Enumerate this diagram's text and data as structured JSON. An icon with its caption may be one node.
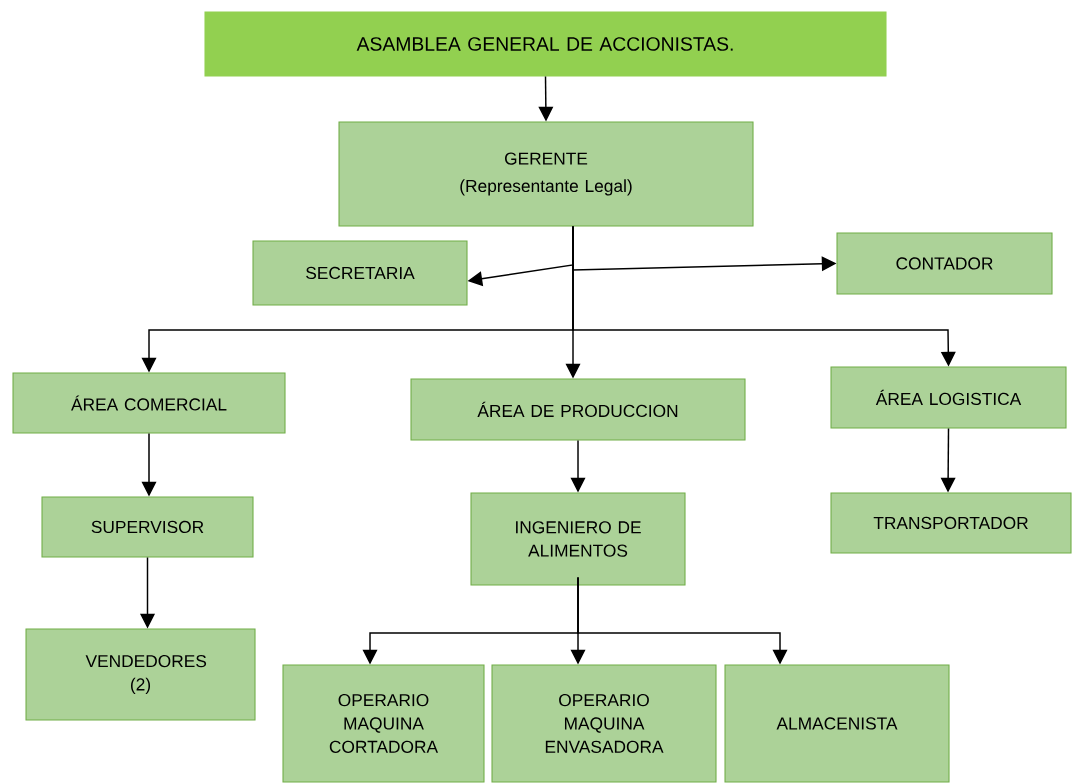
{
  "diagram": {
    "nodes": [
      {
        "text": [
          "ASAMBLEA GENERAL DE ACCIONISTAS."
        ]
      },
      {
        "text": [
          "GERENTE",
          "(Representante Legal)"
        ]
      },
      {
        "text": [
          "SECRETARIA"
        ]
      },
      {
        "text": [
          "CONTADOR"
        ]
      },
      {
        "text": [
          "ÁREA COMERCIAL"
        ]
      },
      {
        "text": [
          "ÁREA DE PRODUCCION"
        ]
      },
      {
        "text": [
          "ÁREA LOGISTICA"
        ]
      },
      {
        "text": [
          "SUPERVISOR"
        ]
      },
      {
        "text": [
          "INGENIERO DE ALIMENTOS"
        ]
      },
      {
        "text": [
          "TRANSPORTADOR"
        ]
      },
      {
        "text": [
          "VENDEDORES (2)"
        ]
      },
      {
        "text": [
          "OPERARIO MAQUINA CORTADORA"
        ]
      },
      {
        "text": [
          "OPERARIO MAQUINA ENVASADORA"
        ]
      },
      {
        "text": [
          "ALMACENISTA"
        ]
      }
    ],
    "edges": [
      {
        "from": 0,
        "to": 1,
        "arrow": "to"
      },
      {
        "from": 1,
        "to": 2,
        "arrow": "to"
      },
      {
        "from": 1,
        "to": 3,
        "arrow": "to"
      },
      {
        "from": 1,
        "to": 4,
        "arrow": "to"
      },
      {
        "from": 1,
        "to": 5,
        "arrow": "to"
      },
      {
        "from": 1,
        "to": 6,
        "arrow": "to"
      },
      {
        "from": 4,
        "to": 7,
        "arrow": "to"
      },
      {
        "from": 7,
        "to": 10,
        "arrow": "to"
      },
      {
        "from": 5,
        "to": 8,
        "arrow": "to"
      },
      {
        "from": 6,
        "to": 9,
        "arrow": "to"
      },
      {
        "from": 8,
        "to": 11,
        "arrow": "to"
      },
      {
        "from": 8,
        "to": 12,
        "arrow": "to"
      },
      {
        "from": 8,
        "to": 13,
        "arrow": "to"
      }
    ]
  }
}
